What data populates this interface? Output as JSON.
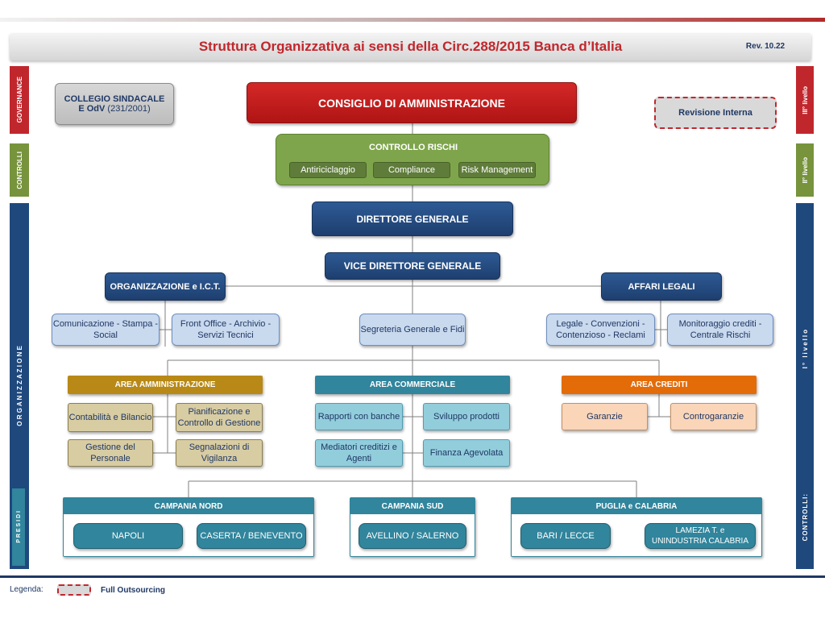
{
  "header": {
    "title": "Struttura Organizzativa ai sensi della Circ.288/2015 Banca d’Italia",
    "revision": "Rev. 10.22"
  },
  "left_sidebar": {
    "governance": "GOVERNANCE",
    "controlli": "CONTROLLI",
    "organizzazione": "O R G A N I Z Z A Z I O N E",
    "presidi": "P R E S I D I"
  },
  "right_sidebar": {
    "third_level": "III° livello",
    "second_level": "II° livello",
    "first_level": "I° livello",
    "controlli": "CONTROLLI:"
  },
  "collegio": {
    "line1": "COLLEGIO SINDACALE",
    "line2a": "E OdV",
    "line2b": " (231/2001)"
  },
  "cda": "CONSIGLIO DI AMMINISTRAZIONE",
  "revisione": "Revisione Interna",
  "controllo_rischi": {
    "title": "CONTROLLO RISCHI",
    "items": [
      "Antiriciclaggio",
      "Compliance",
      "Risk Management"
    ]
  },
  "direttore": "DIRETTORE GENERALE",
  "vice_direttore": "VICE DIRETTORE GENERALE",
  "org_ict": {
    "title": "ORGANIZZAZIONE e I.C.T.",
    "children": [
      {
        "line1": "Comunicazione - Stampa -",
        "line2": "Social"
      },
      {
        "line1": "Front Office - Archivio -",
        "line2": "Servizi Tecnici"
      }
    ]
  },
  "segreteria": "Segreteria Generale e Fidi",
  "affari_legali": {
    "title": "AFFARI LEGALI",
    "children": [
      {
        "line1": "Legale - Convenzioni -",
        "line2": "Contenzioso - Reclami"
      },
      {
        "line1": "Monitoraggio crediti -",
        "line2": "Centrale Rischi"
      }
    ]
  },
  "area_amministrazione": {
    "title": "AREA AMMINISTRAZIONE",
    "items": [
      {
        "line1": "Contabilità e Bilancio",
        "line2": ""
      },
      {
        "line1": "Pianificazione e",
        "line2": "Controllo di Gestione"
      },
      {
        "line1": "Gestione del",
        "line2": "Personale"
      },
      {
        "line1": "Segnalazioni di",
        "line2": "Vigilanza"
      }
    ]
  },
  "area_commerciale": {
    "title": "AREA COMMERCIALE",
    "items": [
      {
        "line1": "Rapporti con banche",
        "line2": ""
      },
      {
        "line1": "Sviluppo prodotti",
        "line2": ""
      },
      {
        "line1": "Mediatori creditizi e",
        "line2": "Agenti"
      },
      {
        "line1": "Finanza Agevolata",
        "line2": ""
      }
    ]
  },
  "area_crediti": {
    "title": "AREA CREDITI",
    "items": [
      "Garanzie",
      "Controgaranzie"
    ]
  },
  "regions": [
    {
      "title": "CAMPANIA NORD",
      "cities": [
        {
          "line1": "NAPOLI",
          "line2": ""
        },
        {
          "line1": "CASERTA / BENEVENTO",
          "line2": ""
        }
      ]
    },
    {
      "title": "CAMPANIA SUD",
      "cities": [
        {
          "line1": "AVELLINO /  SALERNO",
          "line2": ""
        }
      ]
    },
    {
      "title": "PUGLIA e CALABRIA",
      "cities": [
        {
          "line1": "BARI / LECCE",
          "line2": ""
        },
        {
          "line1": "LAMEZIA T. e",
          "line2": "UNINDUSTRIA CALABRIA"
        }
      ]
    }
  ],
  "legend": {
    "label": "Legenda:",
    "item": "Full Outsourcing"
  },
  "colors": {
    "title_red": "#c0272d",
    "navy": "#1e3f6f",
    "green": "#7ea54b",
    "gold": "#b88916",
    "teal": "#31859c",
    "orange": "#e36c09"
  }
}
